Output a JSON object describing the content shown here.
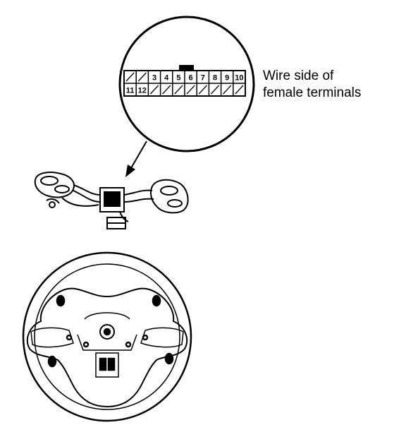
{
  "caption": {
    "line1": "Wire side of",
    "line2": "female terminals"
  },
  "connector": {
    "top_row": [
      "",
      "",
      "3",
      "4",
      "5",
      "6",
      "7",
      "8",
      "9",
      "10"
    ],
    "bottom_row": [
      "11",
      "12",
      "",
      "",
      "",
      "",
      "",
      "",
      "",
      ""
    ]
  },
  "colors": {
    "ink": "#000000",
    "background": "#ffffff"
  }
}
